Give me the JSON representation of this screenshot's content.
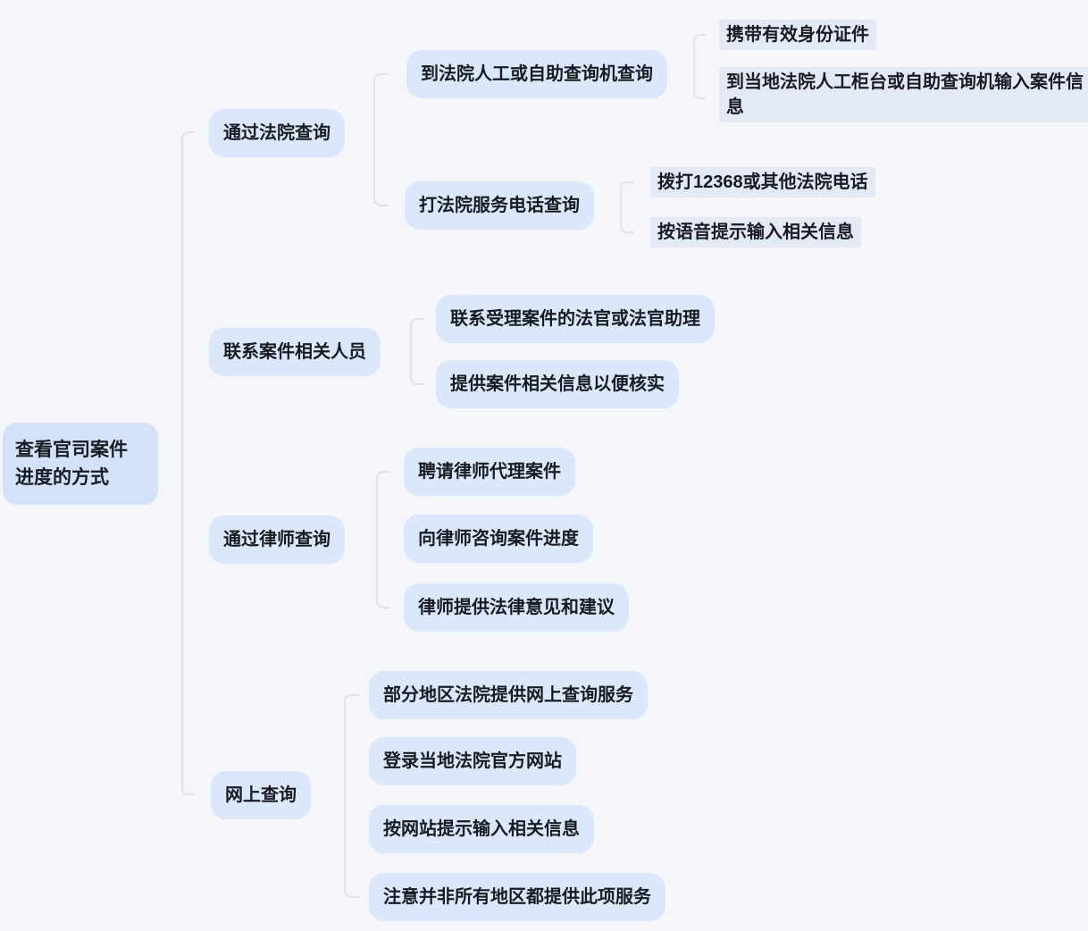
{
  "mindmap": {
    "title": "查看官司案件进度的方式",
    "colors": {
      "background": "#f5f6f9",
      "root_fill": "#d3e2f8",
      "node_fill": "#dbe7fa",
      "leaf_fill": "#e3e9f6",
      "connector": "#e2e3e7",
      "text": "#181c22"
    },
    "root": {
      "label": "查看官司案件进度的方式"
    },
    "branches": [
      {
        "label": "通过法院查询",
        "children": [
          {
            "label": "到法院人工或自助查询机查询",
            "children": [
              {
                "label": "携带有效身份证件"
              },
              {
                "label": "到当地法院人工柜台或自助查询机输入案件信息"
              }
            ]
          },
          {
            "label": "打法院服务电话查询",
            "children": [
              {
                "label": "拨打12368或其他法院电话"
              },
              {
                "label": "按语音提示输入相关信息"
              }
            ]
          }
        ]
      },
      {
        "label": "联系案件相关人员",
        "children": [
          {
            "label": "联系受理案件的法官或法官助理"
          },
          {
            "label": "提供案件相关信息以便核实"
          }
        ]
      },
      {
        "label": "通过律师查询",
        "children": [
          {
            "label": "聘请律师代理案件"
          },
          {
            "label": "向律师咨询案件进度"
          },
          {
            "label": "律师提供法律意见和建议"
          }
        ]
      },
      {
        "label": "网上查询",
        "children": [
          {
            "label": "部分地区法院提供网上查询服务"
          },
          {
            "label": "登录当地法院官方网站"
          },
          {
            "label": "按网站提示输入相关信息"
          },
          {
            "label": "注意并非所有地区都提供此项服务"
          }
        ]
      }
    ]
  }
}
